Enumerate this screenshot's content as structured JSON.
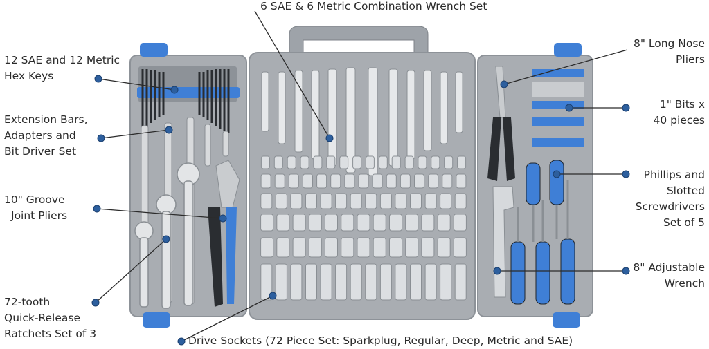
{
  "callouts": {
    "hex_keys": [
      "12 SAE and 12 Metric",
      "Hex Keys"
    ],
    "extension_bars": [
      "Extension Bars,",
      "Adapters and",
      "Bit Driver Set"
    ],
    "groove_pliers": [
      "10\" Groove",
      "Joint Pliers"
    ],
    "ratchets": [
      "72-tooth",
      "Quick-Release",
      "Ratchets Set of 3"
    ],
    "wrench_set": [
      "6 SAE & 6 Metric Combination Wrench Set"
    ],
    "drive_sockets": [
      "Drive Sockets (72 Piece Set: Sparkplug, Regular, Deep,  Metric and SAE)"
    ],
    "long_nose_pliers": [
      "8\" Long Nose",
      "Pliers"
    ],
    "bits": [
      "1\" Bits x",
      "40 pieces"
    ],
    "screwdrivers": [
      "Phillips and",
      "Slotted",
      "Screwdrivers",
      "Set of 5"
    ],
    "adjustable_wrench": [
      "8\" Adjustable",
      "Wrench"
    ]
  },
  "colors": {
    "case_gray": "#a9adb2",
    "case_dark": "#8d9298",
    "accent_blue": "#3f7fd6",
    "text": "#2b2b2b",
    "leader": "#2b2b2b",
    "dot": "#2d5f9e"
  }
}
